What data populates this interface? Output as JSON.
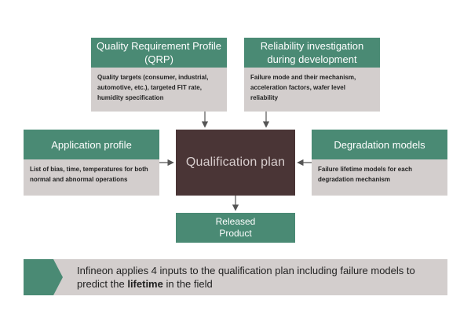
{
  "qrp": {
    "title": "Quality Requirement Profile (QRP)",
    "body": "Quality targets (consumer, industrial, automotive, etc.), targeted FIT rate, humidity specification"
  },
  "reliability": {
    "title": "Reliability investigation during development",
    "body": "Failure mode and their mechanism, acceleration factors, wafer level reliability"
  },
  "application": {
    "title": "Application profile",
    "body": "List of bias, time, temperatures for both normal and abnormal operations"
  },
  "degradation": {
    "title": "Degradation models",
    "body": "Failure lifetime models for each degradation mechanism"
  },
  "center": {
    "label": "Qualification plan"
  },
  "released": {
    "line1": "Released",
    "line2": "Product"
  },
  "banner": {
    "pre": "Infineon applies 4 inputs to the qualification plan including failure models to predict the ",
    "bold": "lifetime",
    "post": " in the field"
  },
  "colors": {
    "green": "#4a8a74",
    "grey": "#d3cecd",
    "dark": "#4a3536"
  }
}
